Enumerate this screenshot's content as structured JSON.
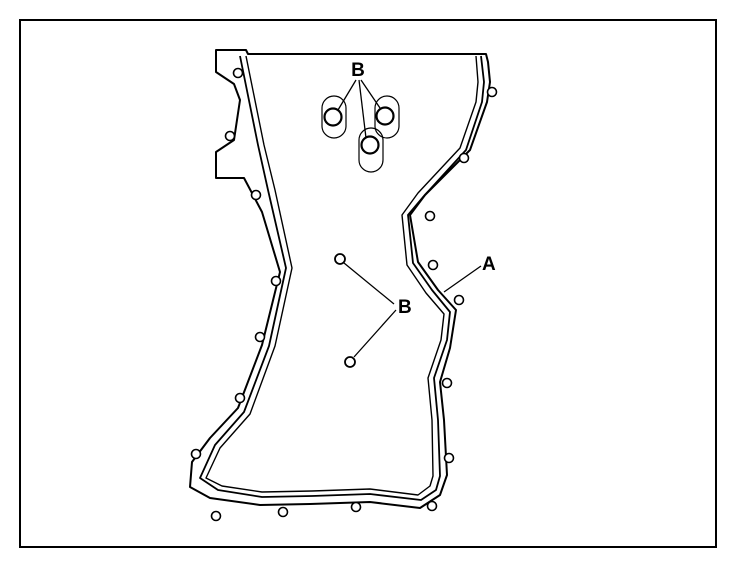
{
  "diagram": {
    "callouts": {
      "a": "A",
      "b_top": "B",
      "b_center": "B"
    }
  }
}
